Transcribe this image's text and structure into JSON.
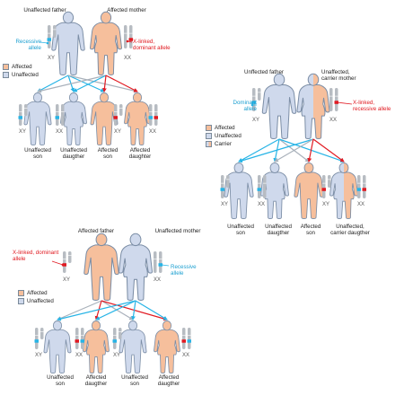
{
  "colors": {
    "affected": "#f6bf9c",
    "unaffected": "#cfd9ec",
    "carrier_left": "#cfd9ec",
    "carrier_right": "#f6bf9c",
    "outline": "#7c8ea6",
    "blue_arrow": "#27b4e6",
    "red_arrow": "#e11a22",
    "grey_arrow": "#a9b1bb",
    "chromo_grey": "#b7bcc2",
    "allele_blue": "#27b4e6",
    "allele_red": "#e11a22"
  },
  "legend_items": {
    "affected": "Affected",
    "unaffected": "Unaffected",
    "carrier": "Carrier"
  },
  "panel1": {
    "father_label": "Unaffected father",
    "mother_label": "Affected mother",
    "recessive_label": "Recessive\nallele",
    "dominant_label": "X-linked,\ndominant allele",
    "father_chromo": "XY",
    "mother_chromo": "XX",
    "children": [
      "Unaffected\nson",
      "Unaffected\ndaugther",
      "Affected\nson",
      "Affected\ndaughter"
    ],
    "child_chromos": [
      "XY",
      "XX",
      "XY",
      "XX"
    ]
  },
  "panel2": {
    "father_label": "Unffected father",
    "mother_label": "Unaffected,\ncarrier mother",
    "dominant_label": "Dominant\nallele",
    "recessive_label": "X-linked,\nrecessive allele",
    "father_chromo": "XY",
    "mother_chromo": "XX",
    "children": [
      "Unaffected\nson",
      "Unaffected\ndaugther",
      "Affected\nson",
      "Unaffected,\ncarrier daugther"
    ],
    "child_chromos": [
      "XY",
      "XX",
      "XY",
      "XX"
    ]
  },
  "panel3": {
    "father_label": "Affected father",
    "mother_label": "Unaffected mother",
    "dominant_label": "X-linked, dominant\nallele",
    "recessive_label": "Recessive\nallele",
    "father_chromo": "XY",
    "mother_chromo": "XX",
    "children": [
      "Unaffected\nson",
      "Affected\ndaugther",
      "Unaffected\nson",
      "Affected\ndaugther"
    ],
    "child_chromos": [
      "XY",
      "XX",
      "XY",
      "XX"
    ]
  }
}
